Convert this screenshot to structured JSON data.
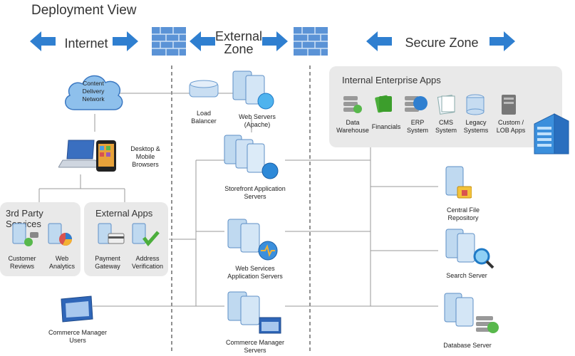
{
  "title": "Deployment View",
  "zones": {
    "internet": "Internet",
    "external_zone": "External Zone",
    "secure_zone": "Secure Zone"
  },
  "cloud": "Content Delivery Network",
  "browsers": "Desktop & Mobile Browsers",
  "load_balancer": "Load Balancer",
  "web_servers": "Web Servers (Apache)",
  "storefront": "Storefront Application Servers",
  "web_services": "Web Services Application Servers",
  "commerce_manager_servers": "Commerce Manager Servers",
  "commerce_manager_users": "Commerce Manager Users",
  "third_party": {
    "title": "3rd Party Services",
    "items": [
      "Customer Reviews",
      "Web Analytics"
    ]
  },
  "external_apps": {
    "title": "External Apps",
    "items": [
      "Payment Gateway",
      "Address Verification"
    ]
  },
  "internal": {
    "title": "Internal Enterprise Apps",
    "items": [
      "Data Warehouse",
      "Financials",
      "ERP System",
      "CMS System",
      "Legacy Systems",
      "Custom / LOB Apps"
    ]
  },
  "central_file_repository": "Central File Repository",
  "search_server": "Search Server",
  "database_server": "Database Server",
  "colors": {
    "arrow_blue": "#2f7fd0",
    "server_blue": "#bfd9f0",
    "panel_gray": "#e9e9e9",
    "firewall_blue": "#5b93d6"
  }
}
